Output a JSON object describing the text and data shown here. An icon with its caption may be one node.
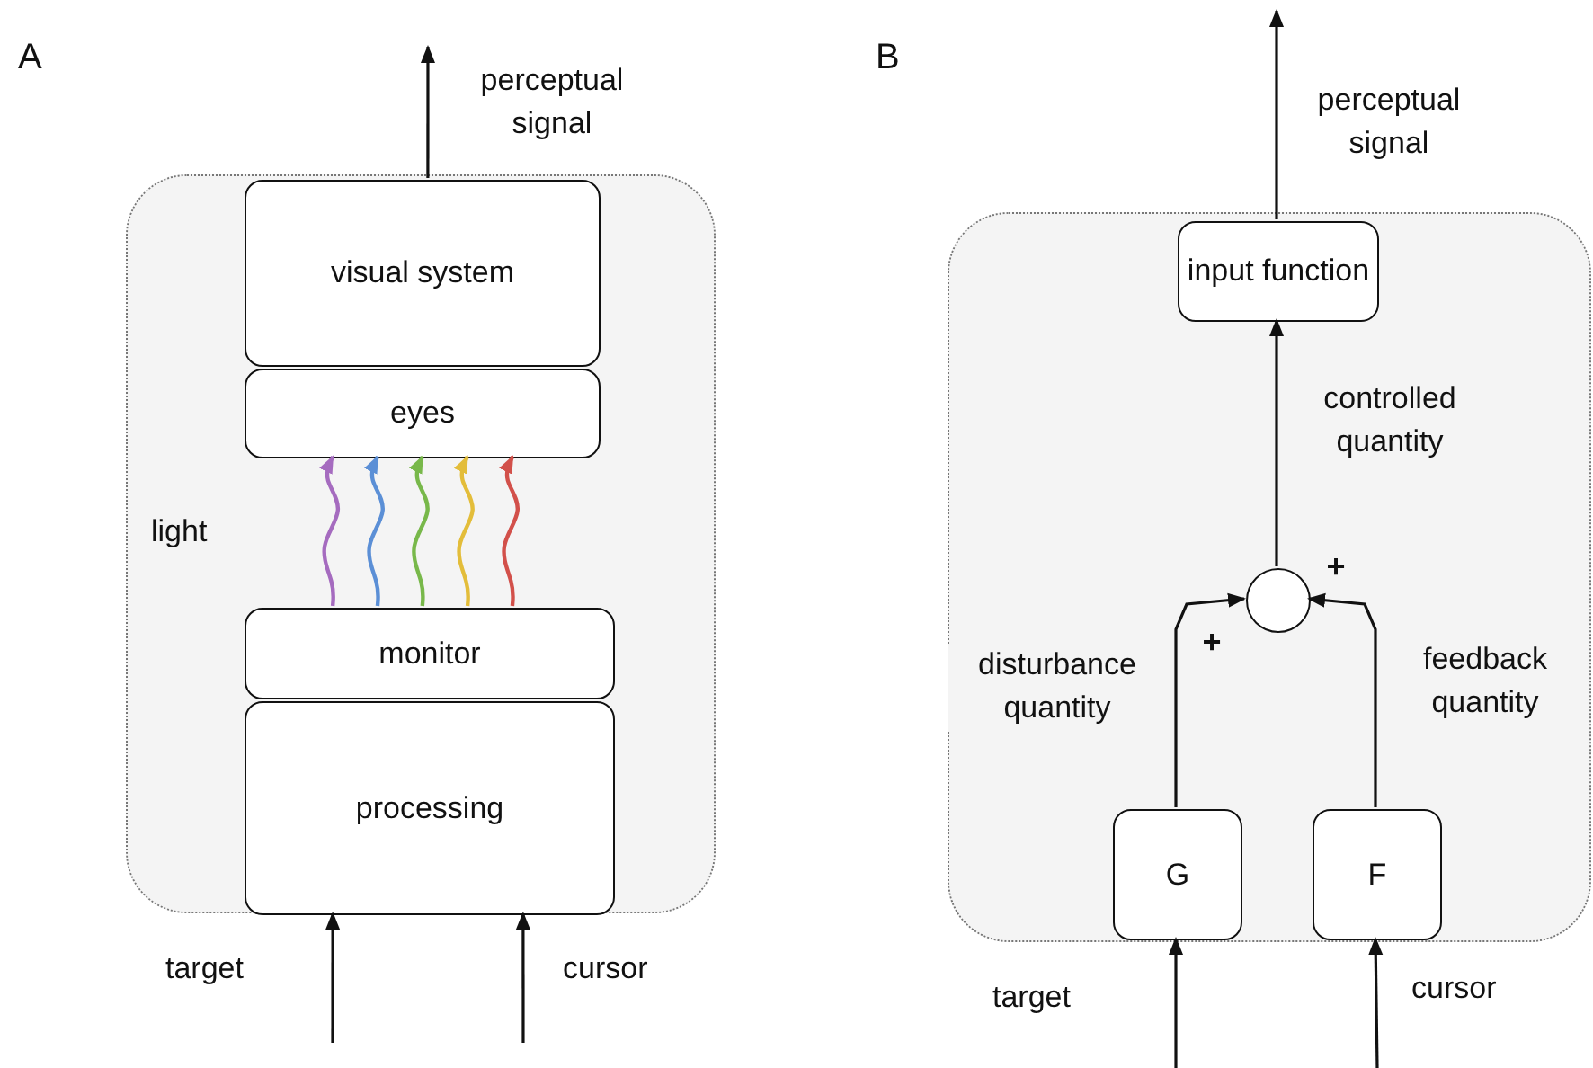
{
  "diagram": {
    "nodes": [
      {
        "text": [],
        "shape": "box"
      },
      {
        "text": [
          "visual system"
        ],
        "in": 0
      },
      {
        "text": [
          "eyes"
        ],
        "in": 0
      },
      {
        "text": [
          "monitor"
        ],
        "in": 0
      },
      {
        "text": [
          "processing"
        ],
        "in": 0
      },
      {
        "text": [],
        "shape": "box"
      },
      {
        "text": [
          "input function"
        ],
        "in": 5
      },
      {
        "text": [],
        "shape": "circle",
        "in": 5
      },
      {
        "text": [
          "G"
        ],
        "in": 5
      },
      {
        "text": [
          "F"
        ],
        "in": 5
      }
    ],
    "edges": [
      {
        "from": 1,
        "to": null,
        "arrow": "to"
      },
      {
        "from": 3,
        "to": 2,
        "arrow": "to",
        "color": "#a56bbf"
      },
      {
        "from": 3,
        "to": 2,
        "arrow": "to",
        "color": "#5b8fd6"
      },
      {
        "from": 3,
        "to": 2,
        "arrow": "to",
        "color": "#78b84a"
      },
      {
        "from": 3,
        "to": 2,
        "arrow": "to",
        "color": "#e3bd3a"
      },
      {
        "from": 3,
        "to": 2,
        "arrow": "to",
        "color": "#d2504a"
      },
      {
        "from": null,
        "to": 4,
        "arrow": "to"
      },
      {
        "from": null,
        "to": 4,
        "arrow": "to"
      },
      {
        "from": 6,
        "to": null,
        "arrow": "to"
      },
      {
        "from": 7,
        "to": 6,
        "arrow": "to",
        "label": "controlled quantity"
      },
      {
        "from": 8,
        "to": 7,
        "arrow": "to",
        "label": "disturbance quantity"
      },
      {
        "from": 9,
        "to": 7,
        "arrow": "to",
        "label": "feedback quantity"
      },
      {
        "from": null,
        "to": 8,
        "arrow": "to"
      },
      {
        "from": null,
        "to": 9,
        "arrow": "to"
      }
    ],
    "labels": [
      "A",
      "perceptual signal",
      "light",
      "target",
      "cursor",
      "B",
      "perceptual signal",
      "+",
      "+",
      "target",
      "cursor"
    ]
  }
}
